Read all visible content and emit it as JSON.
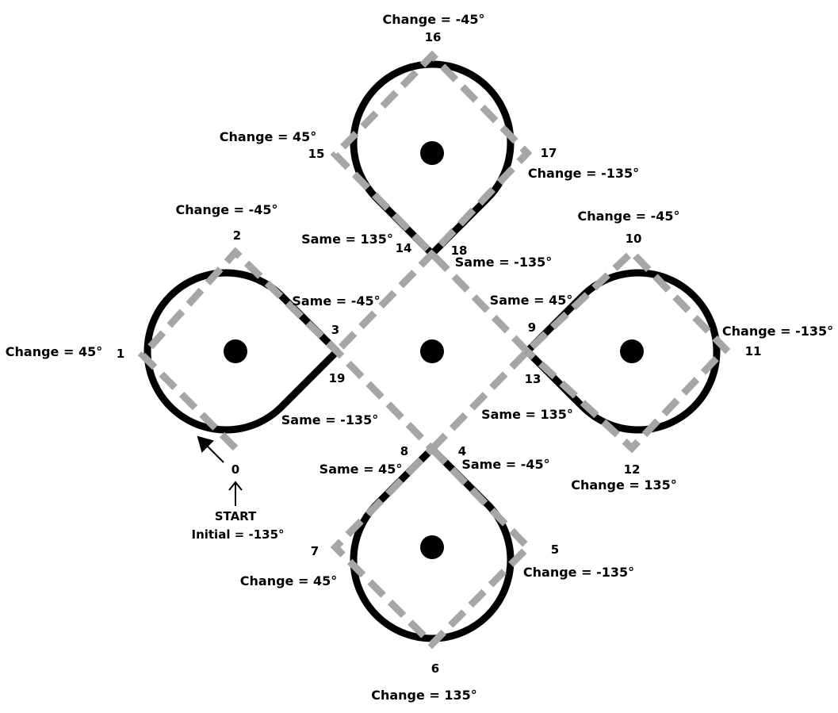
{
  "diagram": {
    "colors": {
      "outline": "#000000",
      "dashed_path": "#a6a6a6",
      "background": "#ffffff"
    },
    "start": {
      "label": "START",
      "initial": "Initial = -135°",
      "node": "0"
    },
    "nodes": {
      "n1": "1",
      "n2": "2",
      "n3": "3",
      "n4": "4",
      "n5": "5",
      "n6": "6",
      "n7": "7",
      "n8": "8",
      "n9": "9",
      "n10": "10",
      "n11": "11",
      "n12": "12",
      "n13": "13",
      "n14": "14",
      "n15": "15",
      "n16": "16",
      "n17": "17",
      "n18": "18",
      "n19": "19"
    },
    "turns": {
      "t1": "Change = 45°",
      "t2": "Change = -45°",
      "t3": "Same = -45°",
      "t19": "Same = -135°",
      "t8": "Same = 45°",
      "t4": "Same = -45°",
      "t5": "Change = -135°",
      "t6": "Change = 135°",
      "t7": "Change = 45°",
      "t9": "Same = 45°",
      "t10": "Change = -45°",
      "t11": "Change = -135°",
      "t12": "Change = 135°",
      "t13": "Same = 135°",
      "t14": "Same = 135°",
      "t15": "Change = 45°",
      "t16": "Change = -45°",
      "t17": "Change = -135°",
      "t18": "Same = -135°"
    }
  }
}
